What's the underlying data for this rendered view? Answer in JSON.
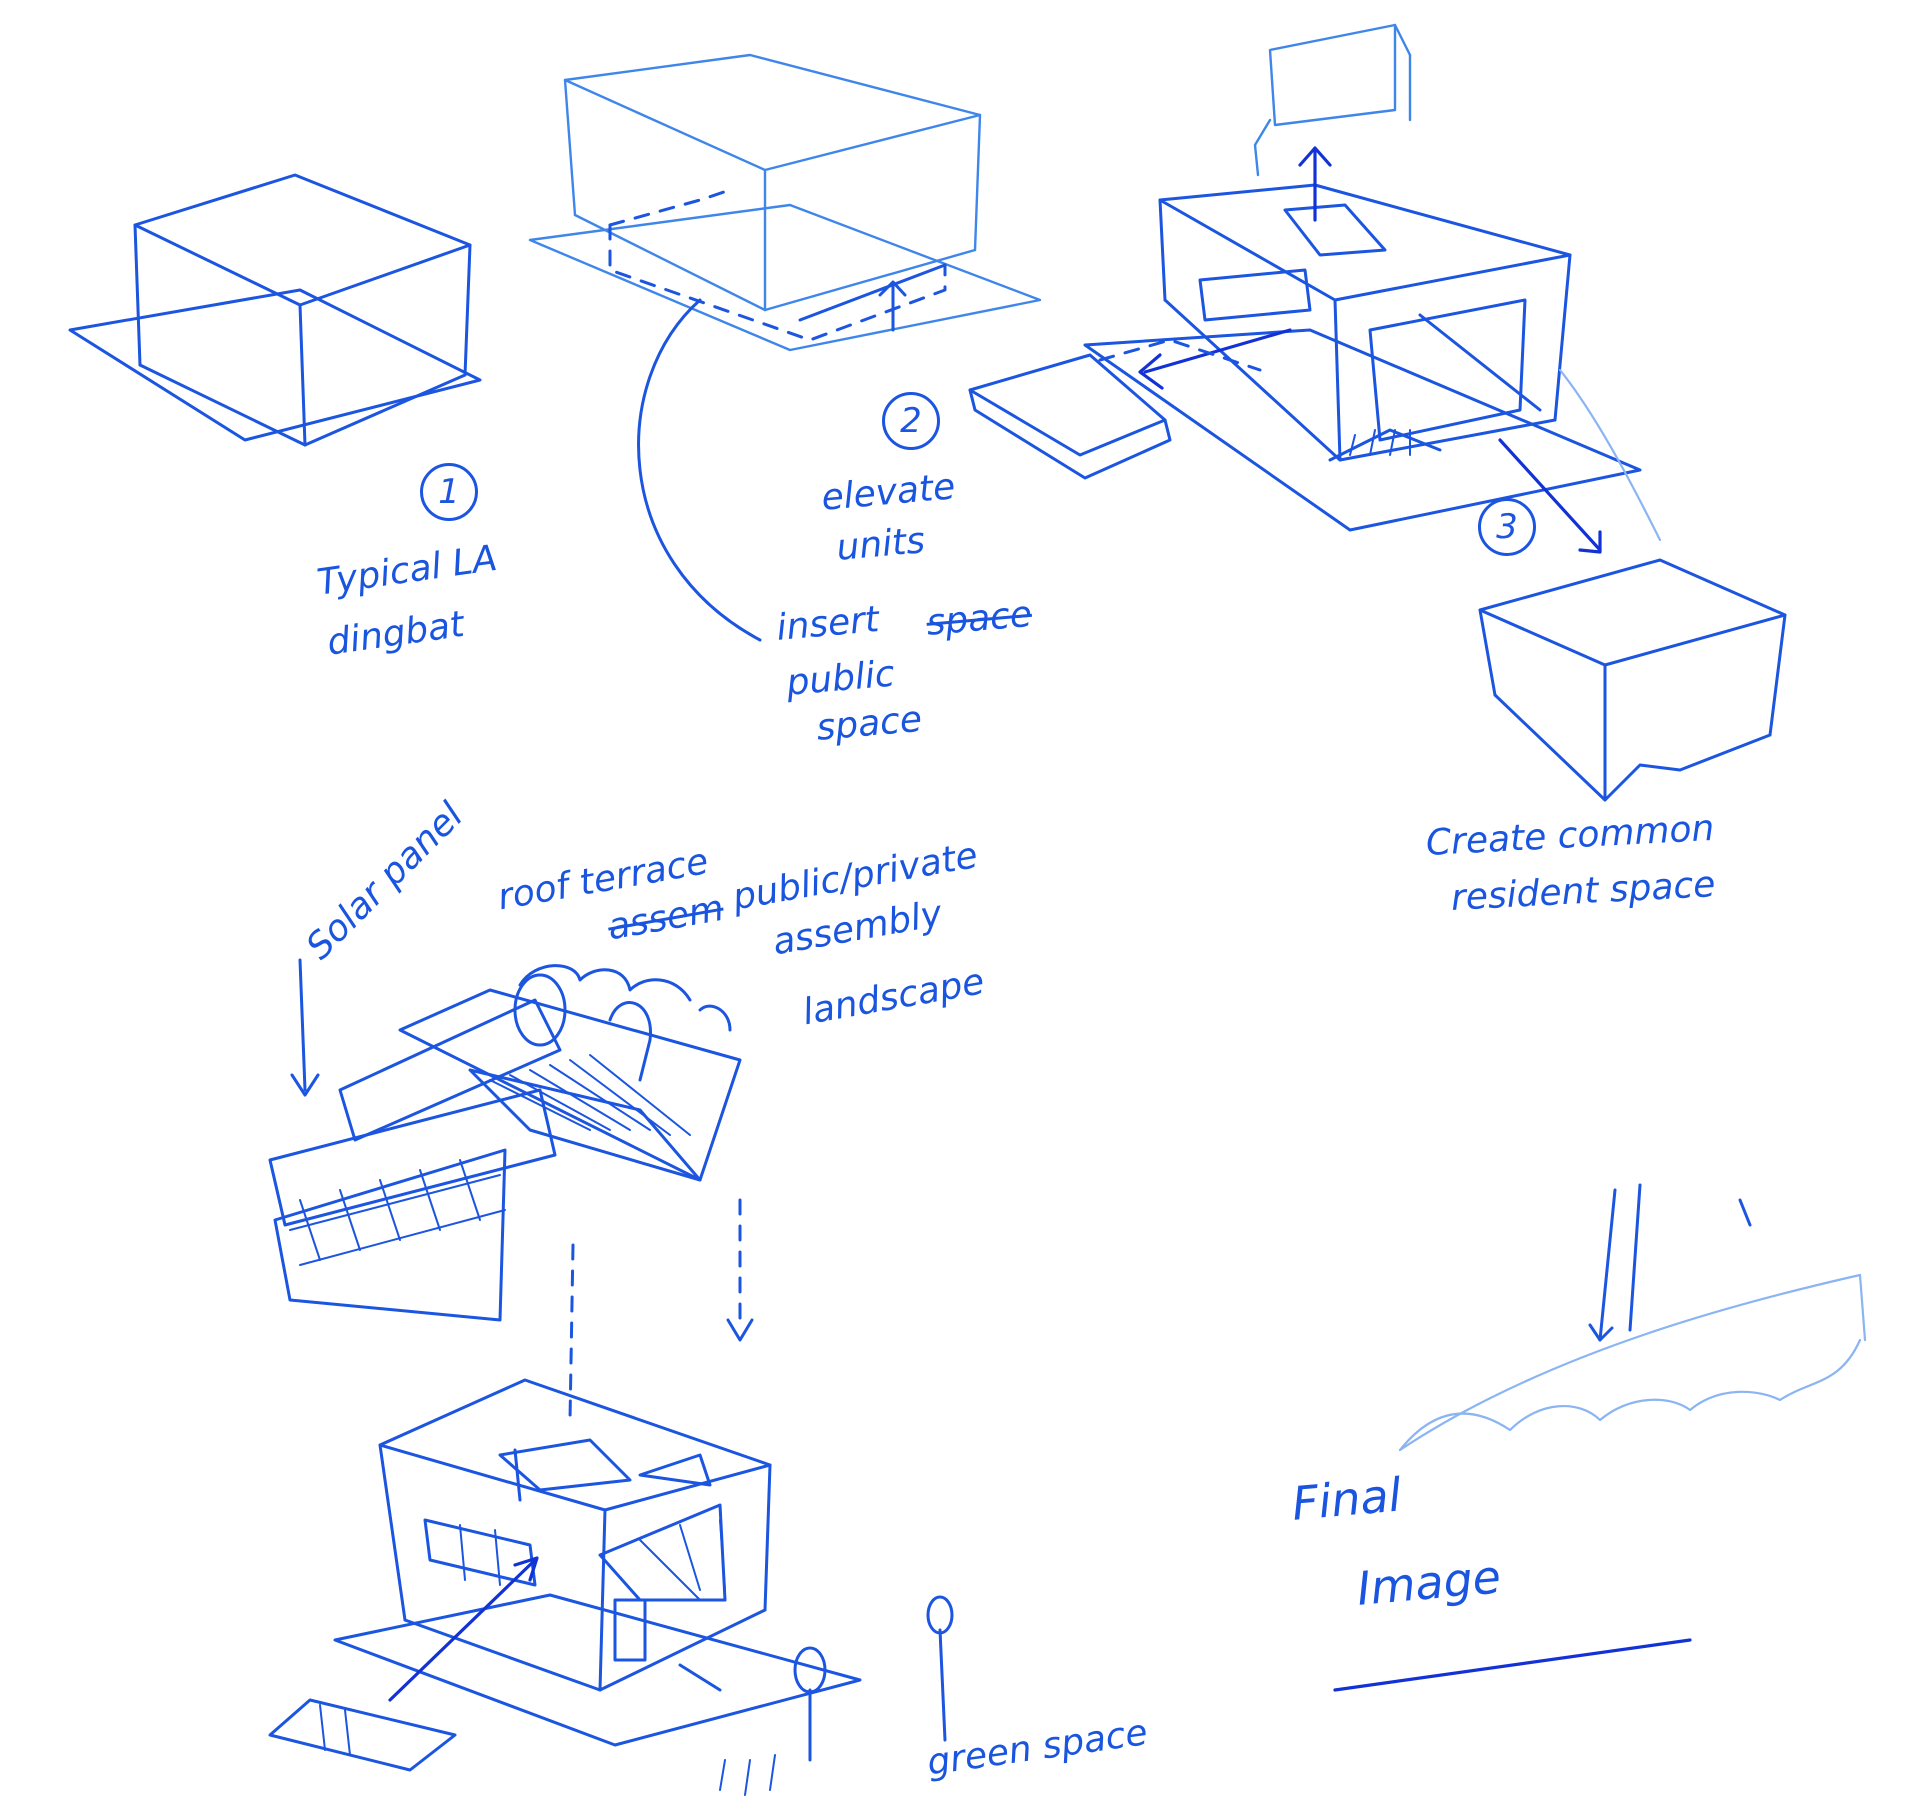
{
  "steps": {
    "step1": {
      "number": "1",
      "label_line1": "Typical LA",
      "label_line2": "dingbat"
    },
    "step2": {
      "number": "2",
      "label_line1": "elevate",
      "label_line2": "units",
      "label_line3": "insert",
      "label_line4": "public",
      "label_line5": "space",
      "struck_word": "space"
    },
    "step3": {
      "number": "3",
      "label_line1": "Create common",
      "label_line2": "resident space"
    }
  },
  "components": {
    "solar_panel": "Solar panel",
    "roof_terrace": "roof terrace",
    "struck_word": "assem",
    "public_private_line1": "public/private",
    "public_private_line2": "assembly",
    "landscape": "landscape",
    "green_space": "green space"
  },
  "final": {
    "line1": "Final",
    "line2": "Image"
  },
  "colors": {
    "ink": "#1b55e0",
    "background": "#ffffff"
  }
}
